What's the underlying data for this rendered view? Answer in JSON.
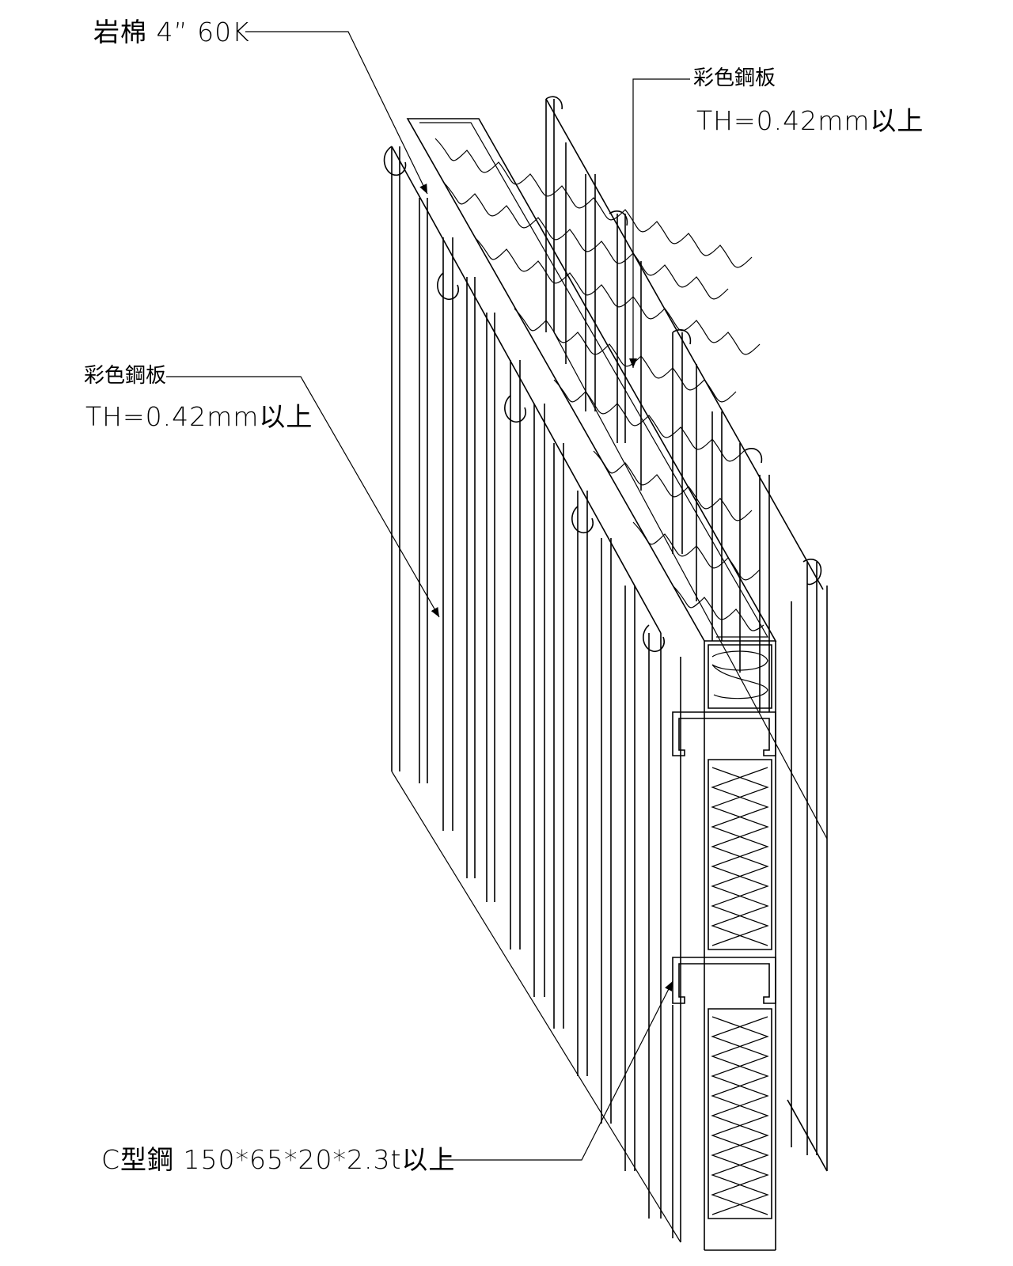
{
  "labels": {
    "rock_wool": "岩棉 4” 60K",
    "steel_sheet_right": {
      "name": "彩色鋼板",
      "thickness": "TH=0.42mm以上"
    },
    "steel_sheet_left": {
      "name": "彩色鋼板",
      "thickness": "TH=0.42mm以上"
    },
    "c_channel": "C型鋼 150*65*20*2.3t以上"
  }
}
